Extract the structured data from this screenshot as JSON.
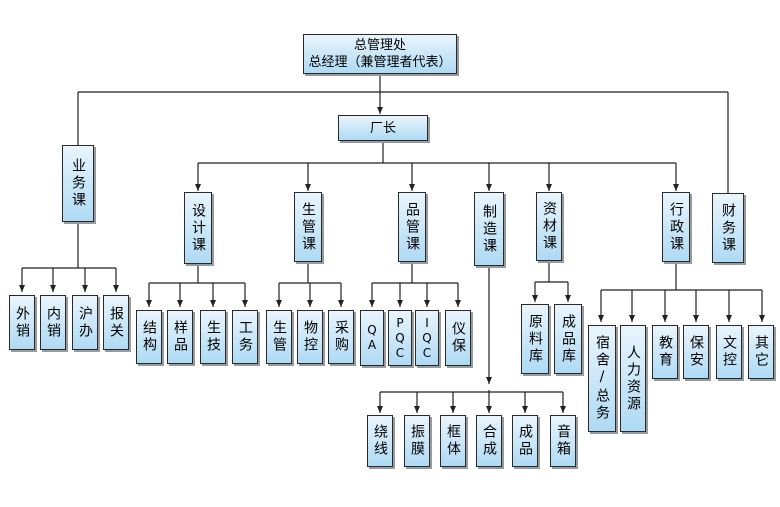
{
  "org": {
    "top_title": "总管理处",
    "top_subtitle": "总经理（兼管理者代表）",
    "factory": "厂长",
    "sales": "业务课",
    "sales_items": [
      "外销",
      "内销",
      "沪办",
      "报关"
    ],
    "design": "设计课",
    "design_items": [
      "结构",
      "样品",
      "生技",
      "工务"
    ],
    "production": "生管课",
    "production_items": [
      "生管",
      "物控",
      "采购"
    ],
    "quality": "品管课",
    "quality_items": [
      "QA",
      "PQC",
      "IQC",
      "仪保"
    ],
    "manufacturing": "制造课",
    "manufacturing_items": [
      "绕线",
      "振膜",
      "框体",
      "合成",
      "成品",
      "音箱"
    ],
    "materials": "资材课",
    "materials_items": [
      "原料库",
      "成品库"
    ],
    "admin": "行政课",
    "admin_items": [
      "宿舍/总务",
      "人力资源",
      "教育",
      "保安",
      "文控",
      "其它"
    ],
    "finance": "财务课"
  }
}
